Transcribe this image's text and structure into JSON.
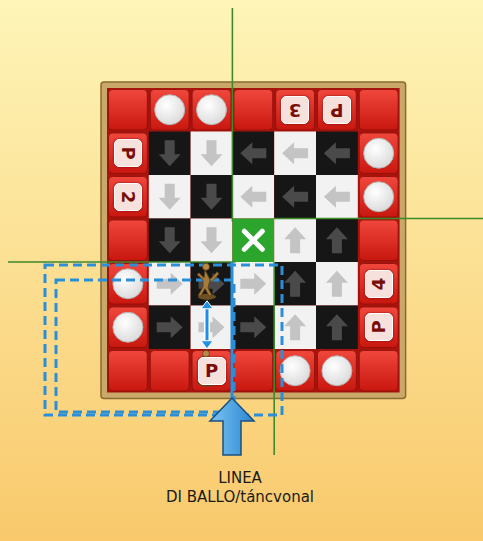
{
  "diagram": {
    "labels": [
      "3",
      "P",
      "P",
      "2",
      "4",
      "P",
      "P",
      "LINEA",
      "DI BALLO/táncvonal"
    ]
  }
}
